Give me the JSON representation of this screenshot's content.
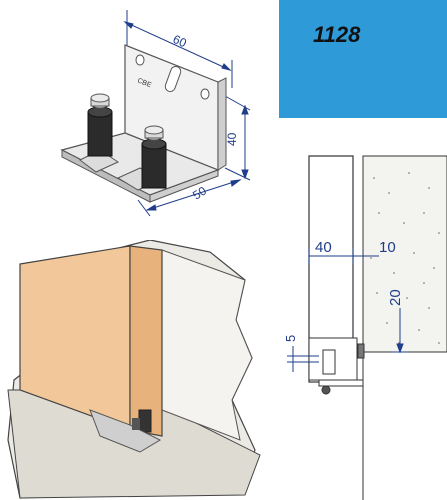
{
  "product_code": "1128",
  "bracket_dims": {
    "width": "60",
    "height": "40",
    "depth": "50"
  },
  "section_dims": {
    "panel_thickness": "40",
    "gap": "10",
    "height": "20",
    "clearance": "5"
  },
  "colors": {
    "code_box": "#2e9bd8",
    "dimension_line": "#1f3d8a",
    "wood": "#f2c89a",
    "wall": "#eceae4"
  }
}
